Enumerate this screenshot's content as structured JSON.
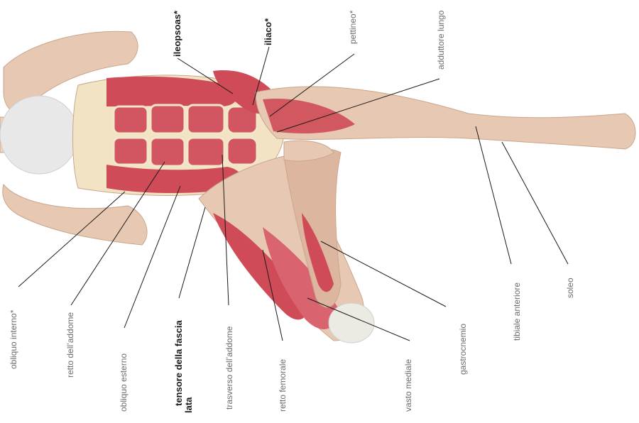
{
  "labels": {
    "obliquo_interno": "obliquo interno*",
    "retto_addome": "retto dell’addome",
    "obliquo_esterno": "obliquo esterno",
    "tensore_1": "tensore della fascia",
    "tensore_2": "lata",
    "trasverso": "trasverso dell’addome",
    "retto_femorale": "retto femorale",
    "vasto_mediale": "vasto mediale",
    "gastrocnemio": "gastrocnemio",
    "tibiale_anteriore": "tibiale anteriore",
    "soleo": "soleo",
    "ileopsoas": "ileopsoas*",
    "iliaco": "iliaco*",
    "pettineo": "pettineo*",
    "adduttore_lungo": "adduttore lungo"
  },
  "colors": {
    "skin": "#e7c9b3",
    "skin_shadow": "#d4ad95",
    "muscle": "#cf4b57",
    "muscle_light": "#e27c86",
    "tendon": "#f1e3c4",
    "bone": "#e6e6e6",
    "leader": "#1a1a1a"
  }
}
